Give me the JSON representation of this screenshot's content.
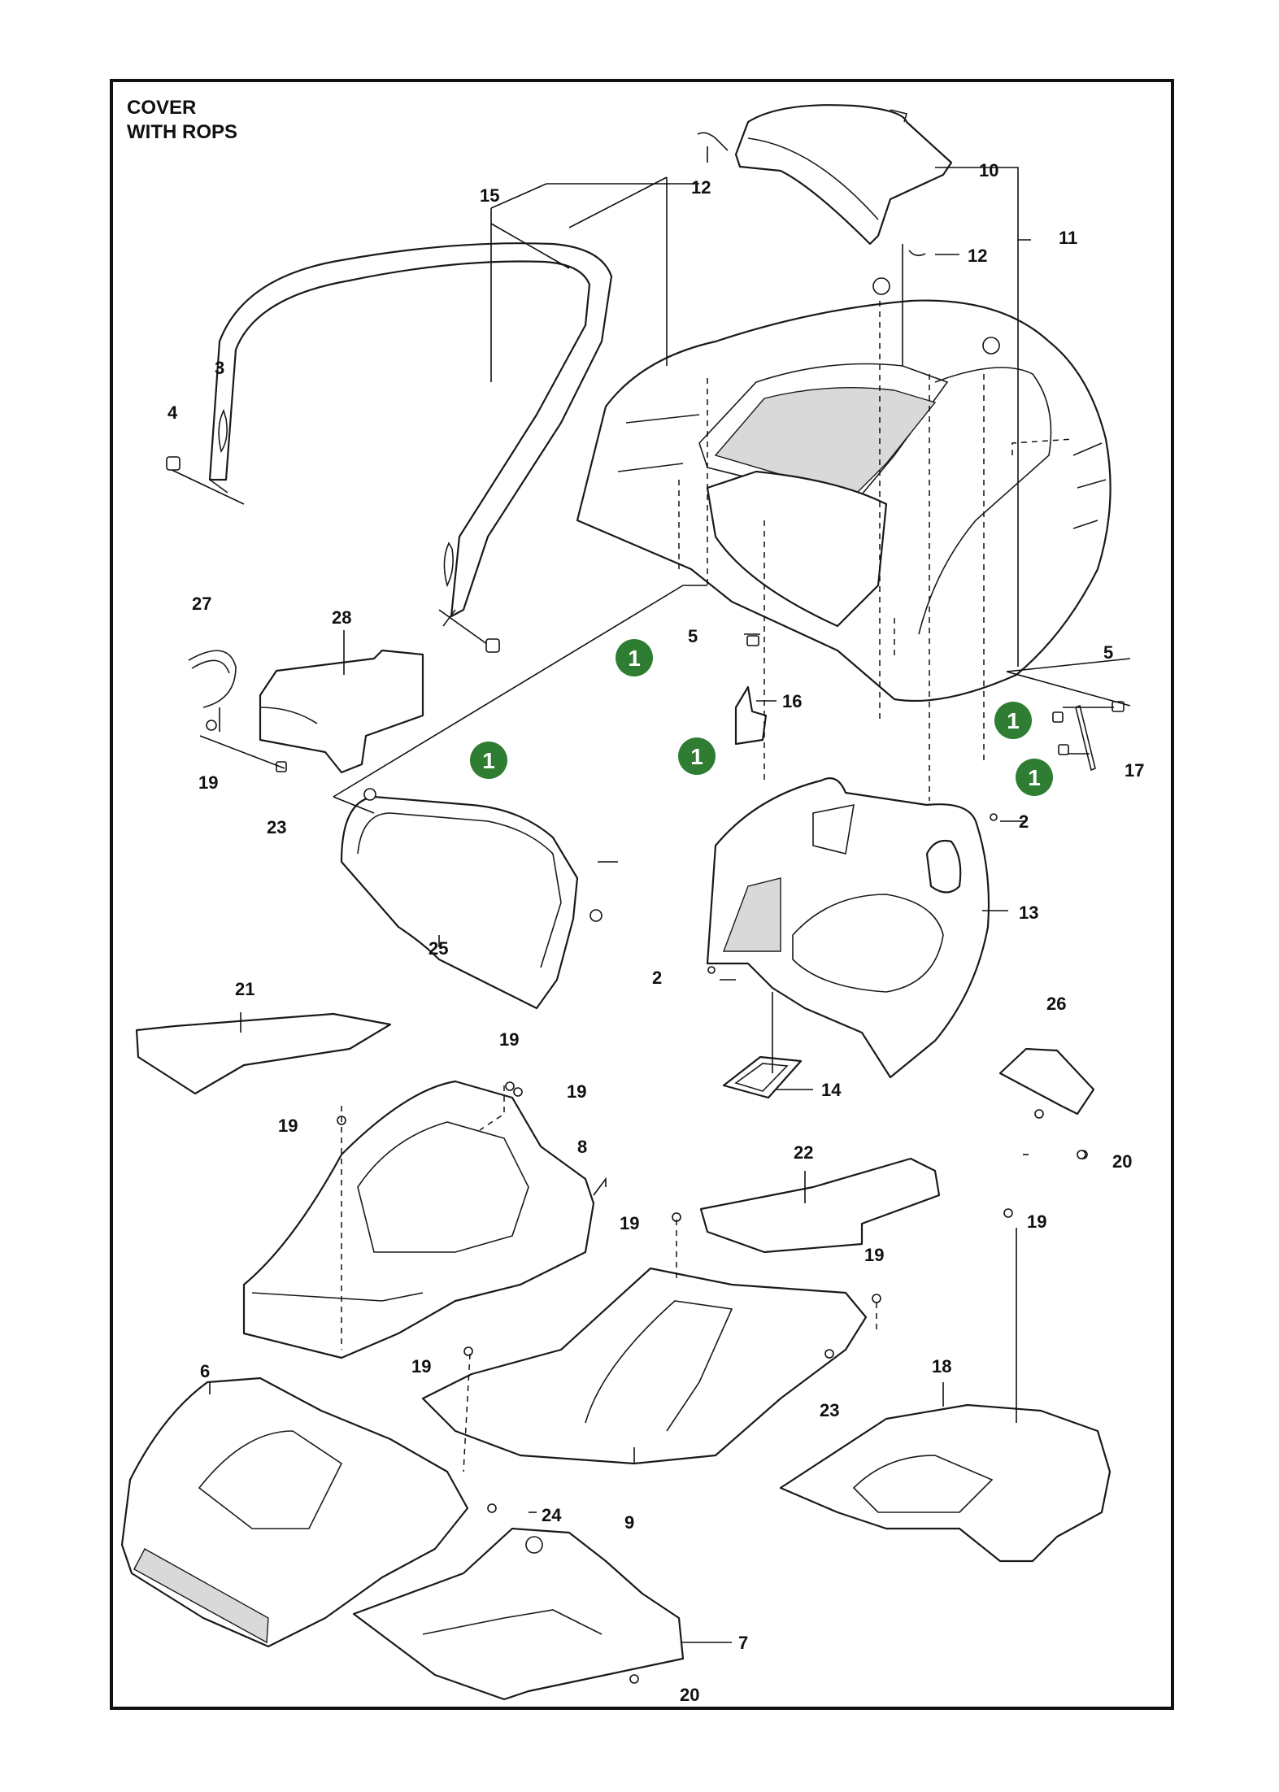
{
  "title": {
    "line1": "COVER",
    "line2": "WITH ROPS"
  },
  "part_labels": [
    "2",
    "3",
    "4",
    "5",
    "6",
    "7",
    "8",
    "9",
    "10",
    "11",
    "12",
    "13",
    "14",
    "15",
    "16",
    "17",
    "18",
    "19",
    "20",
    "21",
    "22",
    "23",
    "24",
    "25",
    "26",
    "27",
    "28"
  ],
  "note_marker": "1",
  "colors": {
    "marker": "#2e7d32",
    "line": "#111111",
    "frame": "#111111"
  }
}
